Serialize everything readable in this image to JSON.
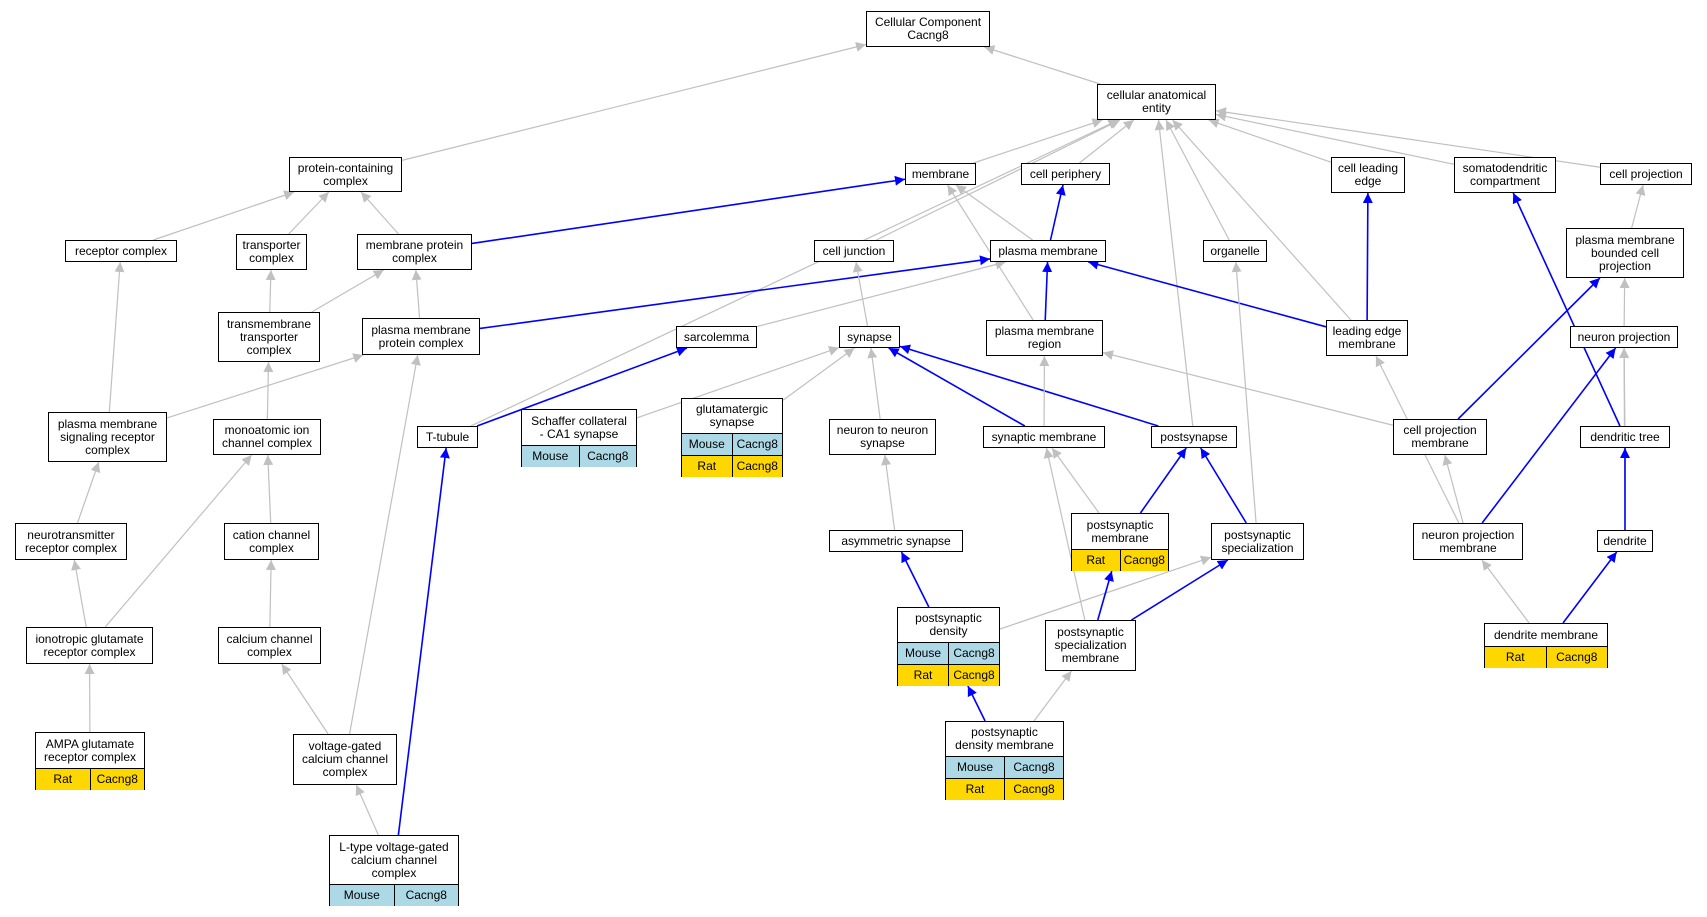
{
  "colors": {
    "gray_edge": "#c0c0c0",
    "blue_edge": "#0000ff",
    "mouse_bg": "#add8e6",
    "rat_bg": "#ffd700"
  },
  "nodes": {
    "root": {
      "label": "Cellular Component\nCacng8"
    },
    "cae": {
      "label": "cellular anatomical\nentity"
    },
    "pcc": {
      "label": "protein-containing\ncomplex"
    },
    "membrane": {
      "label": "membrane"
    },
    "cellper": {
      "label": "cell periphery"
    },
    "cle": {
      "label": "cell leading\nedge"
    },
    "somato": {
      "label": "somatodendritic\ncompartment"
    },
    "cellproj": {
      "label": "cell projection"
    },
    "receptor": {
      "label": "receptor complex"
    },
    "transporter": {
      "label": "transporter\ncomplex"
    },
    "mpc": {
      "label": "membrane protein\ncomplex"
    },
    "celljunc": {
      "label": "cell junction"
    },
    "pm": {
      "label": "plasma membrane"
    },
    "organelle": {
      "label": "organelle"
    },
    "pmbcp": {
      "label": "plasma membrane\nbounded cell\nprojection"
    },
    "tmtc": {
      "label": "transmembrane\ntransporter\ncomplex"
    },
    "pmpc": {
      "label": "plasma membrane\nprotein complex"
    },
    "sarcolemma": {
      "label": "sarcolemma"
    },
    "synapse": {
      "label": "synapse"
    },
    "pmr": {
      "label": "plasma membrane\nregion"
    },
    "leadedge": {
      "label": "leading edge\nmembrane"
    },
    "neuronproj": {
      "label": "neuron projection"
    },
    "pmsrc": {
      "label": "plasma membrane\nsignaling receptor\ncomplex"
    },
    "monoion": {
      "label": "monoatomic ion\nchannel complex"
    },
    "ttubule": {
      "label": "T-tubule"
    },
    "schaffer": {
      "label": "Schaffer collateral\n- CA1 synapse",
      "rows": [
        {
          "species": "Mouse",
          "gene": "Cacng8"
        }
      ]
    },
    "glutsyn": {
      "label": "glutamatergic\nsynapse",
      "rows": [
        {
          "species": "Mouse",
          "gene": "Cacng8"
        },
        {
          "species": "Rat",
          "gene": "Cacng8"
        }
      ]
    },
    "n2n": {
      "label": "neuron to neuron\nsynapse"
    },
    "synmem": {
      "label": "synaptic membrane"
    },
    "postsyn": {
      "label": "postsynapse"
    },
    "cpm": {
      "label": "cell projection\nmembrane"
    },
    "dendtree": {
      "label": "dendritic tree"
    },
    "ntrc": {
      "label": "neurotransmitter\nreceptor complex"
    },
    "cation": {
      "label": "cation channel\ncomplex"
    },
    "asym": {
      "label": "asymmetric synapse"
    },
    "psmem": {
      "label": "postsynaptic\nmembrane",
      "rows": [
        {
          "species": "Rat",
          "gene": "Cacng8"
        }
      ]
    },
    "psspec": {
      "label": "postsynaptic\nspecialization"
    },
    "npm": {
      "label": "neuron projection\nmembrane"
    },
    "dendrite": {
      "label": "dendrite"
    },
    "igrc": {
      "label": "ionotropic glutamate\nreceptor complex"
    },
    "calcium": {
      "label": "calcium channel\ncomplex"
    },
    "psd": {
      "label": "postsynaptic\ndensity",
      "rows": [
        {
          "species": "Mouse",
          "gene": "Cacng8"
        },
        {
          "species": "Rat",
          "gene": "Cacng8"
        }
      ]
    },
    "pssm": {
      "label": "postsynaptic\nspecialization\nmembrane"
    },
    "dendmem": {
      "label": "dendrite membrane",
      "rows": [
        {
          "species": "Rat",
          "gene": "Cacng8"
        }
      ]
    },
    "ampa": {
      "label": "AMPA glutamate\nreceptor complex",
      "rows": [
        {
          "species": "Rat",
          "gene": "Cacng8"
        }
      ]
    },
    "vgcc": {
      "label": "voltage-gated\ncalcium channel\ncomplex"
    },
    "psdm": {
      "label": "postsynaptic\ndensity membrane",
      "rows": [
        {
          "species": "Mouse",
          "gene": "Cacng8"
        },
        {
          "species": "Rat",
          "gene": "Cacng8"
        }
      ]
    },
    "ltype": {
      "label": "L-type voltage-gated\ncalcium channel\ncomplex",
      "rows": [
        {
          "species": "Mouse",
          "gene": "Cacng8"
        }
      ]
    }
  },
  "edges": [
    [
      "cae",
      "root",
      "gray"
    ],
    [
      "pcc",
      "root",
      "gray"
    ],
    [
      "membrane",
      "cae",
      "gray"
    ],
    [
      "cellper",
      "cae",
      "gray"
    ],
    [
      "cle",
      "cae",
      "gray"
    ],
    [
      "somato",
      "cae",
      "gray"
    ],
    [
      "cellproj",
      "cae",
      "gray"
    ],
    [
      "celljunc",
      "cae",
      "gray"
    ],
    [
      "organelle",
      "cae",
      "gray"
    ],
    [
      "ttubule",
      "cae",
      "gray"
    ],
    [
      "postsyn",
      "cae",
      "gray"
    ],
    [
      "leadedge",
      "cae",
      "gray"
    ],
    [
      "receptor",
      "pcc",
      "gray"
    ],
    [
      "transporter",
      "pcc",
      "gray"
    ],
    [
      "mpc",
      "pcc",
      "gray"
    ],
    [
      "mpc",
      "membrane",
      "blue"
    ],
    [
      "pm",
      "membrane",
      "gray"
    ],
    [
      "pmr",
      "membrane",
      "gray"
    ],
    [
      "pm",
      "cellper",
      "blue"
    ],
    [
      "pmpc",
      "pm",
      "blue"
    ],
    [
      "pmr",
      "pm",
      "blue"
    ],
    [
      "leadedge",
      "pm",
      "blue"
    ],
    [
      "sarcolemma",
      "pm",
      "gray"
    ],
    [
      "leadedge",
      "cle",
      "blue"
    ],
    [
      "dendtree",
      "somato",
      "blue"
    ],
    [
      "pmbcp",
      "cellproj",
      "gray"
    ],
    [
      "neuronproj",
      "pmbcp",
      "gray"
    ],
    [
      "cpm",
      "pmbcp",
      "blue"
    ],
    [
      "npm",
      "neuronproj",
      "blue"
    ],
    [
      "dendtree",
      "neuronproj",
      "gray"
    ],
    [
      "dendrite",
      "neuronproj",
      "gray"
    ],
    [
      "tmtc",
      "transporter",
      "gray"
    ],
    [
      "tmtc",
      "mpc",
      "gray"
    ],
    [
      "pmpc",
      "mpc",
      "gray"
    ],
    [
      "pmsrc",
      "receptor",
      "gray"
    ],
    [
      "pmsrc",
      "pmpc",
      "gray"
    ],
    [
      "monoion",
      "tmtc",
      "gray"
    ],
    [
      "cation",
      "monoion",
      "gray"
    ],
    [
      "calcium",
      "cation",
      "gray"
    ],
    [
      "vgcc",
      "calcium",
      "gray"
    ],
    [
      "vgcc",
      "pmpc",
      "gray"
    ],
    [
      "ltype",
      "vgcc",
      "gray"
    ],
    [
      "ltype",
      "ttubule",
      "blue"
    ],
    [
      "ttubule",
      "sarcolemma",
      "blue"
    ],
    [
      "ntrc",
      "pmsrc",
      "gray"
    ],
    [
      "igrc",
      "ntrc",
      "gray"
    ],
    [
      "igrc",
      "monoion",
      "gray"
    ],
    [
      "ampa",
      "igrc",
      "gray"
    ],
    [
      "synapse",
      "celljunc",
      "gray"
    ],
    [
      "schaffer",
      "synapse",
      "gray"
    ],
    [
      "glutsyn",
      "synapse",
      "gray"
    ],
    [
      "n2n",
      "synapse",
      "gray"
    ],
    [
      "synmem",
      "synapse",
      "blue"
    ],
    [
      "postsyn",
      "synapse",
      "blue"
    ],
    [
      "synmem",
      "pmr",
      "gray"
    ],
    [
      "cpm",
      "pmr",
      "gray"
    ],
    [
      "psmem",
      "synmem",
      "gray"
    ],
    [
      "pssm",
      "synmem",
      "gray"
    ],
    [
      "psmem",
      "postsyn",
      "blue"
    ],
    [
      "psspec",
      "postsyn",
      "blue"
    ],
    [
      "psspec",
      "organelle",
      "gray"
    ],
    [
      "asym",
      "n2n",
      "gray"
    ],
    [
      "psd",
      "asym",
      "blue"
    ],
    [
      "psd",
      "psspec",
      "gray"
    ],
    [
      "pssm",
      "psmem",
      "blue"
    ],
    [
      "pssm",
      "psspec",
      "blue"
    ],
    [
      "psdm",
      "psd",
      "blue"
    ],
    [
      "psdm",
      "pssm",
      "gray"
    ],
    [
      "npm",
      "leadedge",
      "gray"
    ],
    [
      "npm",
      "cpm",
      "gray"
    ],
    [
      "dendmem",
      "npm",
      "gray"
    ],
    [
      "dendmem",
      "dendrite",
      "blue"
    ],
    [
      "dendrite",
      "dendtree",
      "blue"
    ]
  ]
}
